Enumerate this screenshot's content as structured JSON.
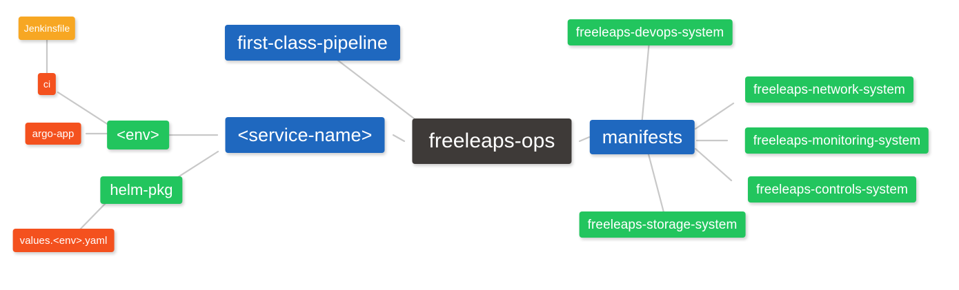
{
  "diagram": {
    "type": "mindmap",
    "title": "freeleaps-ops",
    "background": "#ffffff",
    "edge_color": "#c8c8c8",
    "palette": {
      "root": "#3e3a38",
      "blue": "#1f68bf",
      "green": "#22c55e",
      "red": "#f4511e",
      "orange": "#f7a723",
      "text": "#ffffff"
    }
  },
  "nodes": {
    "root": {
      "label": "freeleaps-ops"
    },
    "service_name": {
      "label": "<service-name>"
    },
    "first_class_pipeline": {
      "label": "first-class-pipeline"
    },
    "env": {
      "label": "<env>"
    },
    "helm_pkg": {
      "label": "helm-pkg"
    },
    "ci": {
      "label": "ci"
    },
    "argo_app": {
      "label": "argo-app"
    },
    "jenkinsfile": {
      "label": "Jenkinsfile"
    },
    "values_yaml": {
      "label": "values.<env>.yaml"
    },
    "manifests": {
      "label": "manifests"
    },
    "devops_system": {
      "label": "freeleaps-devops-system"
    },
    "network_system": {
      "label": "freeleaps-network-system"
    },
    "monitoring_system": {
      "label": "freeleaps-monitoring-system"
    },
    "controls_system": {
      "label": "freeleaps-controls-system"
    },
    "storage_system": {
      "label": "freeleaps-storage-system"
    }
  },
  "edges": [
    {
      "from": "root",
      "to": "service_name"
    },
    {
      "from": "root",
      "to": "manifests"
    },
    {
      "from": "service_name",
      "to": "first_class_pipeline"
    },
    {
      "from": "service_name",
      "to": "env"
    },
    {
      "from": "service_name",
      "to": "helm_pkg"
    },
    {
      "from": "env",
      "to": "ci"
    },
    {
      "from": "env",
      "to": "argo_app"
    },
    {
      "from": "ci",
      "to": "jenkinsfile"
    },
    {
      "from": "helm_pkg",
      "to": "values_yaml"
    },
    {
      "from": "manifests",
      "to": "devops_system"
    },
    {
      "from": "manifests",
      "to": "network_system"
    },
    {
      "from": "manifests",
      "to": "monitoring_system"
    },
    {
      "from": "manifests",
      "to": "controls_system"
    },
    {
      "from": "manifests",
      "to": "storage_system"
    }
  ]
}
